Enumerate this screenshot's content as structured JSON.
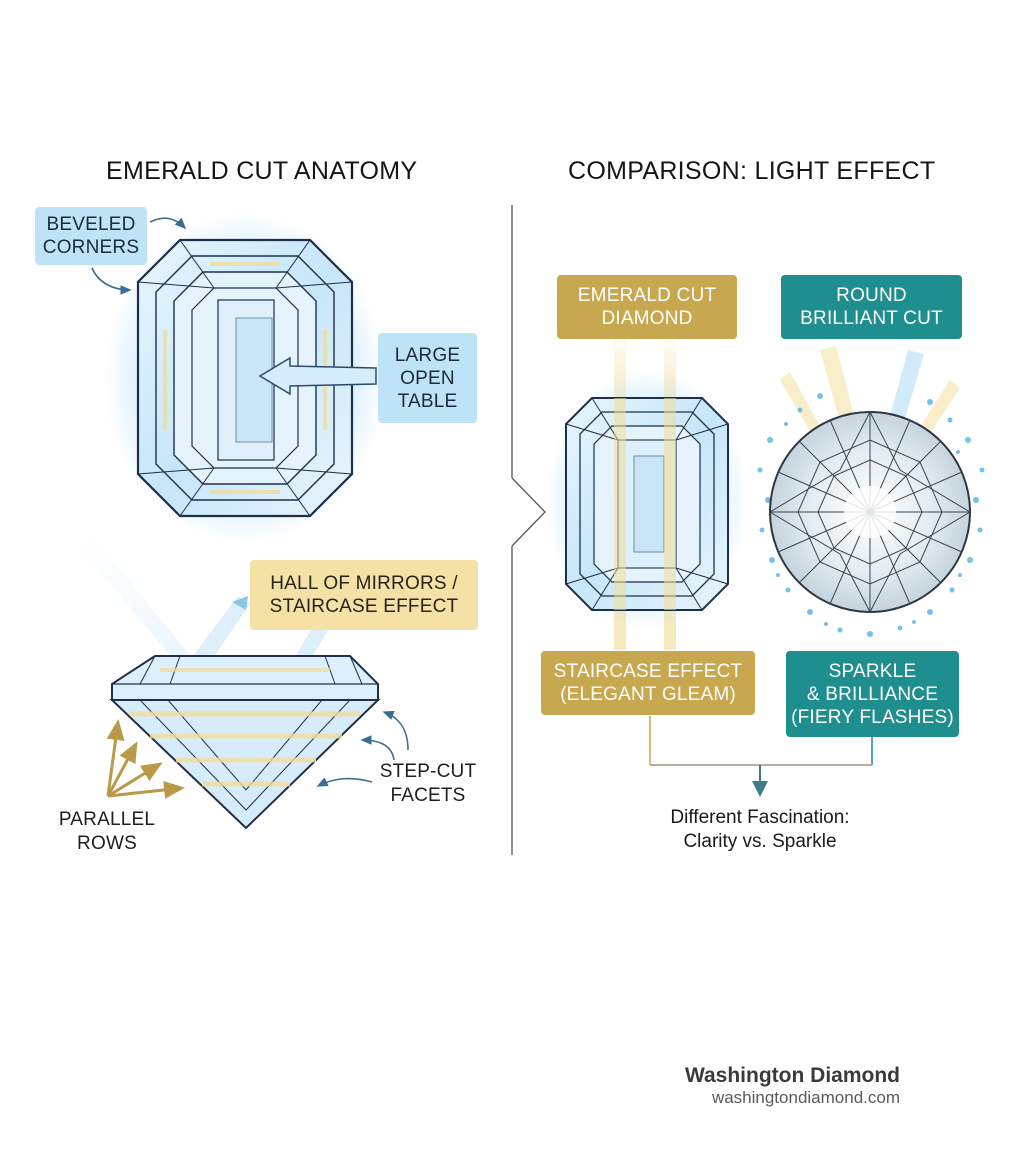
{
  "left_panel": {
    "title": "EMERALD CUT ANATOMY",
    "beveled_corners": [
      "BEVELED",
      "CORNERS"
    ],
    "large_open_table": [
      "LARGE",
      "OPEN",
      "TABLE"
    ],
    "hall_of_mirrors": [
      "HALL OF MIRRORS /",
      "STAIRCASE EFFECT"
    ],
    "step_cut_facets": [
      "STEP-CUT",
      "FACETS"
    ],
    "parallel_rows": [
      "PARALLEL",
      "ROWS"
    ]
  },
  "right_panel": {
    "title": "COMPARISON: LIGHT EFFECT",
    "emerald_cut_diamond": [
      "EMERALD CUT",
      "DIAMOND"
    ],
    "round_brilliant_cut": [
      "ROUND",
      "BRILLIANT CUT"
    ],
    "staircase_effect": [
      "STAIRCASE EFFECT",
      "(ELEGANT GLEAM)"
    ],
    "sparkle_brilliance": [
      "SPARKLE",
      "& BRILLIANCE",
      "(FIERY FLASHES)"
    ],
    "conclusion": [
      "Different Fascination:",
      "Clarity vs. Sparkle"
    ]
  },
  "footer": {
    "brand_name": "Washington Diamond",
    "brand_url": "washingtondiamond.com"
  },
  "colors": {
    "gem_outline": "#1f2f4a",
    "gem_fill": "#d6ecfa",
    "gem_glow": "#a8dcf7",
    "gold": "#c8a84e",
    "teal": "#1f8e8e",
    "label_blue": "#bfe3f6",
    "label_gold": "#f4e1a6"
  }
}
